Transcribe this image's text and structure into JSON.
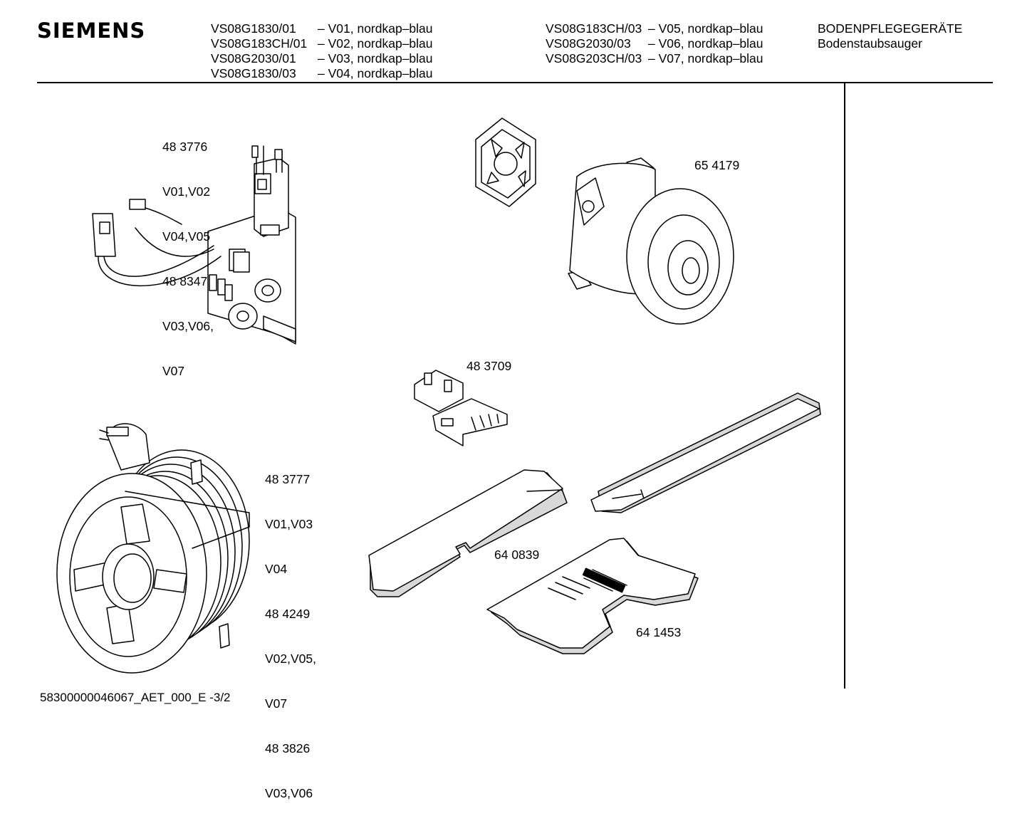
{
  "header": {
    "brand": "SIEMENS",
    "models_col1": [
      {
        "code": "VS08G1830/01",
        "desc": "– V01, nordkap–blau"
      },
      {
        "code": "VS08G183CH/01",
        "desc": "– V02, nordkap–blau"
      },
      {
        "code": "VS08G2030/01",
        "desc": "– V03, nordkap–blau"
      },
      {
        "code": "VS08G1830/03",
        "desc": "– V04, nordkap–blau"
      }
    ],
    "models_col2": [
      {
        "code": "VS08G183CH/03",
        "desc": "– V05, nordkap–blau"
      },
      {
        "code": "VS08G2030/03",
        "desc": "– V06, nordkap–blau"
      },
      {
        "code": "VS08G203CH/03",
        "desc": "– V07, nordkap–blau"
      }
    ],
    "category": "BODENPFLEGEGERÄTE",
    "subcategory": "Bodenstaubsauger"
  },
  "parts": {
    "switch_board": [
      "48 3776",
      "V01,V02",
      "V04,V05",
      "48 8347",
      "V03,V06,",
      "V07"
    ],
    "motor": "65 4179",
    "clip": "48 3709",
    "cable_reel": [
      "48 3777",
      "V01,V03",
      "V04",
      "48 4249",
      "V02,V05,",
      "V07",
      "48 3826",
      "V03,V06"
    ],
    "filter_strip": "64 0839",
    "filter_plate": "64 1453"
  },
  "footer": {
    "doc_id": "58300000046067_AET_000_E  -3/2"
  }
}
